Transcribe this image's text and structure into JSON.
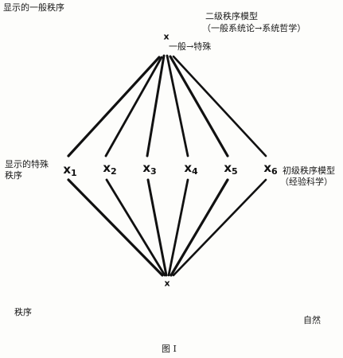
{
  "labels": {
    "general_order": "显示的一般秩序",
    "second_model_line1": "二级秩序模型",
    "second_model_line2": "（一般系统论→系统哲学）",
    "general_to_specific": "一般→特殊",
    "specific_order_line1": "显示的特殊",
    "specific_order_line2": "秩序",
    "first_model_line1": "初级秩序模型",
    "first_model_line2": "（经验科学）",
    "order": "秩序",
    "nature": "自然",
    "caption": "图 I"
  },
  "nodes": {
    "top": "x",
    "bottom": "x",
    "middle": [
      {
        "letter": "x",
        "index": "1"
      },
      {
        "letter": "x",
        "index": "2"
      },
      {
        "letter": "x",
        "index": "3"
      },
      {
        "letter": "x",
        "index": "4"
      },
      {
        "letter": "x",
        "index": "5"
      },
      {
        "letter": "x",
        "index": "6"
      }
    ]
  },
  "edges_upper": [
    [
      0,
      "top"
    ],
    [
      1,
      "top"
    ],
    [
      2,
      "top"
    ],
    [
      3,
      "top"
    ],
    [
      4,
      "top"
    ],
    [
      5,
      "top"
    ]
  ],
  "edges_lower": [
    [
      0,
      "bottom"
    ],
    [
      1,
      "bottom"
    ],
    [
      2,
      "bottom"
    ],
    [
      3,
      "bottom"
    ],
    [
      4,
      "bottom"
    ],
    [
      5,
      "bottom"
    ]
  ],
  "colors": {
    "ink": "#111111",
    "paper": "#fdfdfb"
  }
}
